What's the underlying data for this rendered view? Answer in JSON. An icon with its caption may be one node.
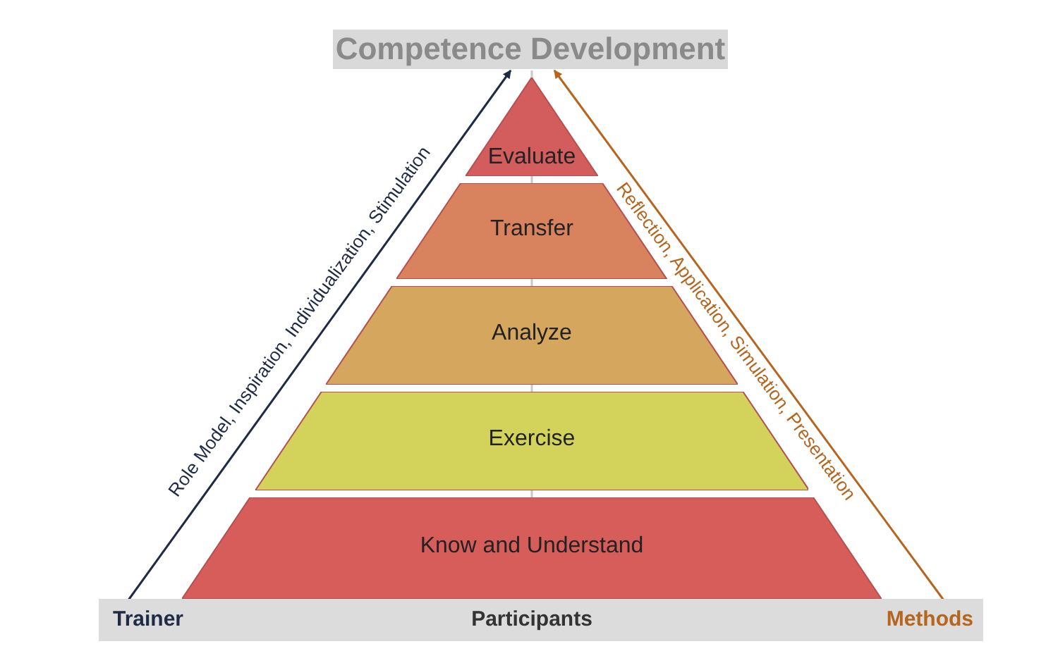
{
  "diagram": {
    "nodes": [
      {
        "text": [
          "Competence Development"
        ]
      },
      {
        "text": [
          "Evaluate"
        ]
      },
      {
        "text": [
          "Transfer"
        ]
      },
      {
        "text": [
          "Analyze"
        ]
      },
      {
        "text": [
          "Exercise"
        ]
      },
      {
        "text": [
          "Know and Understand"
        ]
      },
      {
        "text": [
          "Trainer"
        ]
      },
      {
        "text": [
          "Participants"
        ]
      },
      {
        "text": [
          "Methods"
        ]
      }
    ],
    "edges": [
      {
        "from": 6,
        "to": 0,
        "arrow": "to",
        "label": "Role Model, Inspiration, Individualization, Stimulation",
        "color": "#1f2a44"
      },
      {
        "from": 8,
        "to": 0,
        "arrow": "to",
        "label": "Reflection, Application, Simulation, Presentation",
        "color": "#b5651d"
      }
    ]
  }
}
